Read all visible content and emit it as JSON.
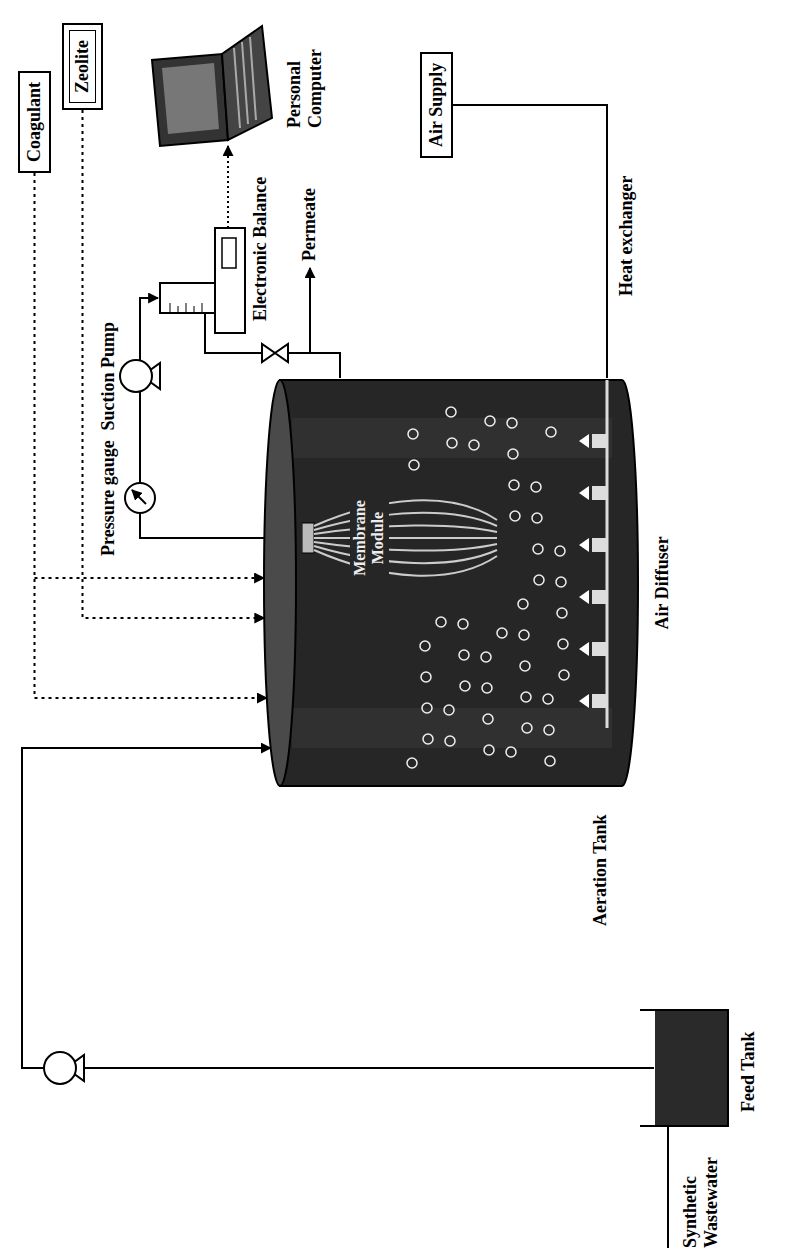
{
  "diagram": {
    "nodes": [
      {
        "text": [
          "Coagulant"
        ]
      },
      {
        "text": [
          "Zeolite"
        ]
      },
      {
        "text": [
          "Aeration Tank"
        ]
      },
      {
        "text": [
          "Membrane Module"
        ],
        "in": 2
      },
      {
        "text": [
          "Feed Tank"
        ]
      },
      {
        "text": [
          "Air Supply"
        ]
      }
    ],
    "edges": [
      {
        "from": 0,
        "to": 2,
        "arrow": "to"
      },
      {
        "from": 1,
        "to": 2,
        "arrow": "to"
      },
      {
        "from": 4,
        "to": 2,
        "arrow": "to"
      },
      {
        "from": 5,
        "to": 2,
        "arrow": "none"
      }
    ],
    "labels": [
      "Synthetic Wastewater",
      "Pressure gauge",
      "Suction Pump",
      "Electronic Balance",
      "Permeate",
      "Personal Computer",
      "Heat exchanger",
      "Air Diffuser"
    ]
  }
}
